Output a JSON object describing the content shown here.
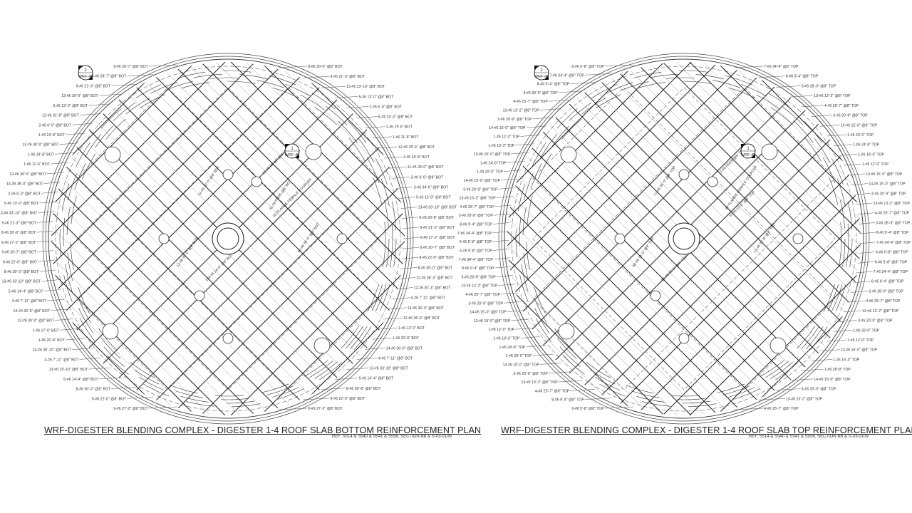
{
  "drawings": [
    {
      "title": "WRF-DIGESTER BLENDING COMPLEX - DIGESTER 1-4 ROOF SLAB BOTTOM REINFORCEMENT PLAN",
      "reference": "REF. S514 & S540 & S541 & S556, SECTION BB & S-03-0109",
      "section_markers": [
        {
          "number": "2",
          "sheet": "WRF-45"
        },
        {
          "number": "1",
          "sheet": "WRF-45"
        }
      ],
      "left_labels": [
        "9-#6 26'-7\" @8\" BOT",
        "9-#6 28'-7\" @8\" BOT",
        "9-#6 21'-3\" @8\" BOT",
        "13-#6 30'-0\" @8\" BOT",
        "5-#6 13'-0\" @8\" BOT",
        "12-#6 31'-8\" @8\" BOT",
        "2-#6 6'-0\" @8\" BOT",
        "1-#6 24'-8\" BOT",
        "13-#6 30'-0\" @8\" BOT",
        "1-#6 19'-8\" BOT",
        "1-#6 11'-6\" BOT",
        "12-#6 30'-0\" @8\" BOT",
        "14-#6 36'-0\" @8\" BOT",
        "2-#6 6'-0\" @8\" BOT",
        "5-#6 13'-0\" @8\" BOT",
        "13-#6 33'-10\" @8\" BOT",
        "9-#6 21'-3\" @8\" BOT",
        "8-#6 30'-8\" @8\" BOT",
        "9-#6 27'-2\" @8\" BOT",
        "9-#6 26'-7\" @8\" BOT",
        "9-#6 22'-0\" @8\" BOT",
        "8-#6 30'-0\" @8\" BOT",
        "13-#6 33'-10\" @8\" BOT",
        "5-#6 14'-4\" @8\" BOT",
        "4-#6 7'-11\" @8\" BOT",
        "14-#6 36'-0\" @8\" BOT",
        "13-#6 30'-0\" @8\" BOT",
        "1-#6 17'-0\" BOT",
        "1-#6 20'-8\" BOT",
        "14-#6 35'-10\" @8\" BOT",
        "4-#6 7'-11\" @8\" BOT",
        "13-#6 33'-10\" @8\" BOT",
        "5-#6 14'-4\" @8\" BOT",
        "8-#6 30'-0\" @8\" BOT",
        "9-#6 22'-0\" @8\" BOT",
        "9-#6 27'-2\" @8\" BOT"
      ],
      "right_labels": [
        "8-#6 30'-0\" @8\" BOT",
        "9-#6 21'-3\" @8\" BOT",
        "13-#6 33'-10\" @8\" BOT",
        "5-#6 13'-0\" @8\" BOT",
        "2-#6 6'-0\" @8\" BOT",
        "8-#6 24'-0\" @8\" BOT",
        "1-#6 19'-6\" BOT",
        "1-#6 11'-8\" BOT",
        "12-#6 25'-4\" @8\" BOT",
        "1-#6 24'-8\" BOT",
        "11-#6 28'-0\" @8\" BOT",
        "2-#6 6'-0\" @8\" BOT",
        "3-#6 34'-6\" @8\" BOT",
        "5-#6 12'-0\" @8\" BOT",
        "13-#6 33'-10\" @8\" BOT",
        "8-#6 30'-8\" @8\" BOT",
        "9-#6 21'-3\" @8\" BOT",
        "9-#6 27'-2\" @8\" BOT",
        "9-#6 20'-7\" @8\" BOT",
        "9-#6 22'-0\" @8\" BOT",
        "8-#6 30'-0\" @8\" BOT",
        "12-#6 38'-3\" @8\" BOT",
        "12-#6 30'-3\" @8\" BOT",
        "4-#6 7'-11\" @8\" BOT",
        "13-#6 36'-0\" @8\" BOT",
        "12-#6 36'-9\" @8\" BOT",
        "1-#6 13'-0\" BOT",
        "1-#6 20'-8\" BOT",
        "14-#6 36'-0\" @8\" BOT",
        "4-#6 7'-11\" @8\" BOT",
        "13-#6 33'-10\" @8\" BOT",
        "5-#6 14'-4\" @8\" BOT",
        "8-#6 30'-8\" @8\" BOT",
        "9-#6 22'-0\" @8\" BOT",
        "9-#6 27'-2\" @8\" BOT"
      ],
      "inner_labels": [
        "12-#6 30'-0\" @8\" BOT",
        "13-#6 33'-10\" @8\" BOT",
        "31-#6 PEDS @8\" BOT",
        "W/ FLANGE FEMALE COUPLER",
        "12-#6 30'-0\" @8\" BOT",
        "134-#6 24'-6\" @8\" BOT",
        "45-#6 36'-0\" @8\" BOT"
      ]
    },
    {
      "title": "WRF-DIGESTER BLENDING COMPLEX - DIGESTER 1-4 ROOF SLAB TOP REINFORCEMENT PLAN",
      "reference": "REF. S514 & S540 & S541 & S556, SECTION BB & S-03-0109",
      "section_markers": [
        {
          "number": "2",
          "sheet": "WRF-45"
        },
        {
          "number": "1",
          "sheet": "WRF-45"
        }
      ],
      "left_labels": [
        "6-#6 5'-8\" @8\" TOP",
        "7-#6 34'-4\" @8\" TOP",
        "8-#6 9'-4\" @8\" TOP",
        "3-#6 28'-9\" @8\" TOP",
        "4-#6 25'-7\" @8\" TOP",
        "13-#6 13'-2\" @8\" TOP",
        "3-#6 20'-9\" @8\" TOP",
        "14-#6 15'-0\" @8\" TOP",
        "1-#6 12'-0\" TOP",
        "1-#6 19'-3\" TOP",
        "13-#6 15'-0\" @8\" TOP",
        "1-#6 24'-8\" TOP",
        "1-#6 29'-0\" TOP",
        "14-#6 15'-0\" @8\" TOP",
        "3-#6 20'-9\" @8\" TOP",
        "13-#6 13'-2\" @8\" TOP",
        "4-#6 25'-7\" @8\" TOP",
        "3-#6 28'-9\" @8\" TOP",
        "8-#6 9'-4\" @8\" TOP",
        "7-#6 34'-4\" @8\" TOP",
        "6-#6 5'-8\" @8\" TOP",
        "6-#6 5'-8\" @8\" TOP",
        "7-#6 34'-4\" @8\" TOP",
        "8-#6 9'-4\" @8\" TOP",
        "3-#6 28'-9\" @8\" TOP",
        "13-#6 13'-2\" @8\" TOP",
        "4-#6 25'-7\" @8\" TOP",
        "3-#6 20'-9\" @8\" TOP",
        "14-#6 15'-0\" @8\" TOP",
        "13-#6 15'-0\" @8\" TOP",
        "1-#6 12'-0\" TOP",
        "1-#6 19'-3\" TOP",
        "1-#6 24'-8\" TOP",
        "1-#6 29'-0\" TOP",
        "14-#6 15'-0\" @8\" TOP",
        "3-#6 20'-9\" @8\" TOP",
        "13-#6 13'-2\" @8\" TOP",
        "4-#6 25'-7\" @8\" TOP",
        "8-#6 9'-4\" @8\" TOP",
        "6-#6 5'-8\" @8\" TOP"
      ],
      "right_labels": [
        "7-#6 34'-4\" @8\" TOP",
        "8-#6 9'-4\" @8\" TOP",
        "3-#6 28'-9\" @8\" TOP",
        "13-#6 13'-2\" @8\" TOP",
        "4-#6 25'-7\" @8\" TOP",
        "3-#6 20'-9\" @8\" TOP",
        "14-#6 15'-0\" @8\" TOP",
        "1-#6 29'-0\" TOP",
        "1-#6 24'-8\" TOP",
        "1-#6 19'-3\" TOP",
        "1-#6 12'-0\" TOP",
        "13-#6 15'-0\" @8\" TOP",
        "14-#6 15'-0\" @8\" TOP",
        "3-#6 20'-9\" @8\" TOP",
        "13-#6 13'-2\" @8\" TOP",
        "4-#6 25'-7\" @8\" TOP",
        "3-#6 28'-9\" @8\" TOP",
        "8-#6 9'-4\" @8\" TOP",
        "7-#6 34'-4\" @8\" TOP",
        "6-#6 0'-8\" @8\" TOP",
        "6-#6 5'-8\" @8\" TOP",
        "7-#6 34'-4\" @8\" TOP",
        "8-#6 9'-4\" @8\" TOP",
        "3-#6 28'-9\" @8\" TOP",
        "4-#6 25'-7\" @8\" TOP",
        "13-#6 13'-2\" @8\" TOP",
        "3-#6 20'-9\" @8\" TOP",
        "1-#6 29'-0\" TOP",
        "1-#6 12'-0\" TOP",
        "13-#6 15'-0\" @8\" TOP",
        "1-#6 19'-3\" TOP",
        "1-#6 28'-8\" TOP",
        "14-#6 15'-0\" @8\" TOP",
        "3-#6 20'-9\" @8\" TOP",
        "13-#6 13'-2\" @8\" TOP",
        "4-#6 25'-7\" @8\" TOP"
      ],
      "inner_labels": [
        "17-#6 36'-0\" @8\" TOP",
        "12-#6 PEDS @8\" TOP",
        "W/ FLANGE FEMALE COUPLER",
        "31-#6 12'-0\" @8\" TOP",
        "65-#6 35'-0\" @8\" TOP",
        "66-#6 36'-0\" @8\" TOP",
        "13-#6 22'-6\" @8\" TOP"
      ]
    }
  ]
}
